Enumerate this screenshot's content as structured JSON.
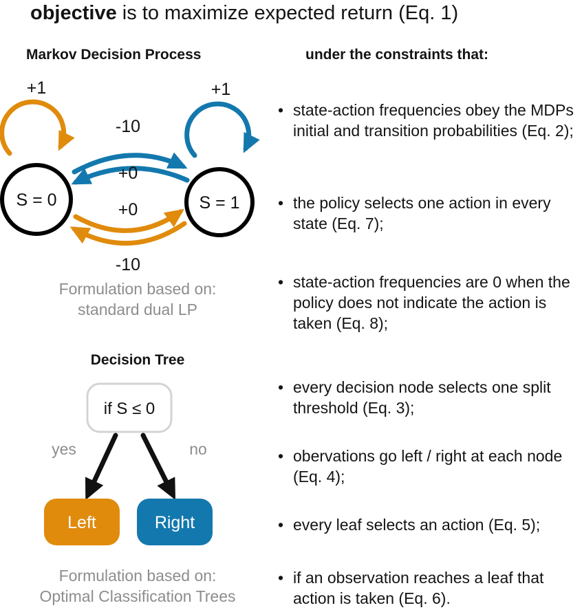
{
  "title": {
    "emphasis": "objective",
    "rest": " is to maximize expected return (Eq. 1)"
  },
  "left_column": {
    "mdp": {
      "heading": "Markov Decision Process",
      "nodes": [
        {
          "label": "S = 0"
        },
        {
          "label": "S = 1"
        }
      ],
      "edges": [
        {
          "name": "self-loop-s0",
          "label": "+1",
          "color": "#E08B0C",
          "from": "S = 0",
          "to": "S = 0"
        },
        {
          "name": "self-loop-s1",
          "label": "+1",
          "color": "#1378AD",
          "from": "S = 1",
          "to": "S = 1"
        },
        {
          "name": "s0-to-s1-blue",
          "label": "-10",
          "color": "#1378AD",
          "from": "S = 0",
          "to": "S = 1"
        },
        {
          "name": "s1-to-s0-blue",
          "label": "+0",
          "color": "#1378AD",
          "from": "S = 1",
          "to": "S = 0"
        },
        {
          "name": "s0-to-s1-orange",
          "label": "+0",
          "color": "#E08B0C",
          "from": "S = 0",
          "to": "S = 1"
        },
        {
          "name": "s1-to-s0-orange",
          "label": "-10",
          "color": "#E08B0C",
          "from": "S = 1",
          "to": "S = 0"
        }
      ],
      "caption_line1": "Formulation based on:",
      "caption_line2": "standard dual LP"
    },
    "tree": {
      "heading": "Decision Tree",
      "root_label": "if S ≤ 0",
      "branch_yes": "yes",
      "branch_no": "no",
      "leaf_left": "Left",
      "leaf_right": "Right",
      "leaf_left_color": "#E08B0C",
      "leaf_right_color": "#1378AD",
      "caption_line1": "Formulation based on:",
      "caption_line2": "Optimal Classification Trees"
    }
  },
  "right_column": {
    "heading": "under the constraints that:",
    "bullet_marker": "•",
    "bullets": [
      "state-action frequencies obey the MDPs initial and transition probabilities (Eq. 2);",
      "the policy selects one action in every state (Eq. 7);",
      "state-action frequencies are 0 when the policy does not indicate the action is taken (Eq. 8);",
      "every decision node selects one split threshold (Eq. 3);",
      "obervations go left / right at each node (Eq. 4);",
      "every leaf selects an action (Eq. 5);",
      "if an observation reaches a leaf that action is taken (Eq. 6)."
    ],
    "bullet_tops": [
      145,
      280,
      395,
      548,
      648,
      748,
      825
    ]
  },
  "colors": {
    "orange": "#E08B0C",
    "blue": "#1378AD",
    "gray_caption": "#8d8d8d",
    "black": "#141414",
    "node_border": "#000000",
    "tree_node_border": "#d4d4d4"
  }
}
